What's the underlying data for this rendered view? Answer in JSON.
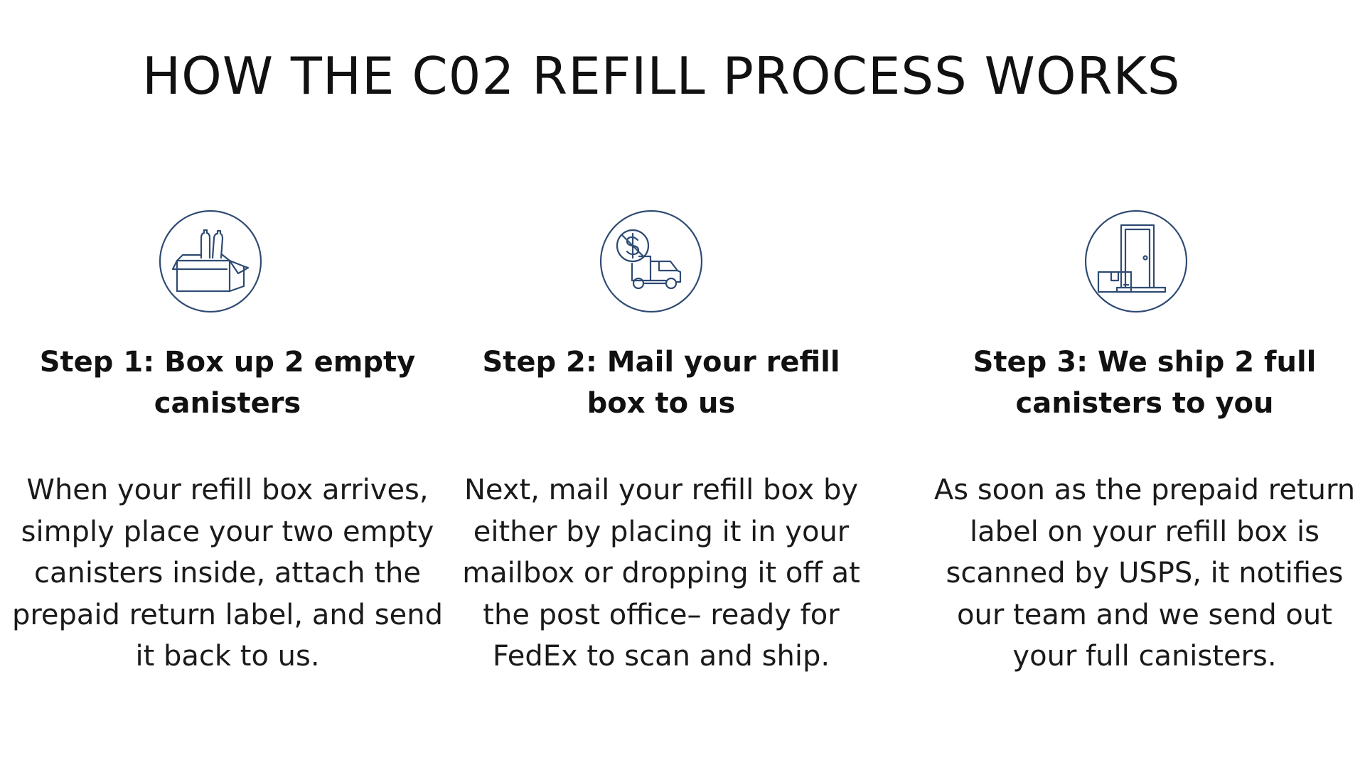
{
  "page": {
    "title": "HOW THE C02 REFILL PROCESS WORKS"
  },
  "colors": {
    "icon_stroke": "#2f4b73",
    "text": "#111111",
    "background": "#ffffff"
  },
  "steps": [
    {
      "icon": "open-box-with-canisters-icon",
      "heading": "Step 1: Box up 2 empty canisters",
      "body": "When your refill box arrives, simply place your two empty canisters inside, attach the prepaid return label, and send it back to us."
    },
    {
      "icon": "delivery-truck-no-cost-icon",
      "heading": "Step 2: Mail your refill box to us",
      "body": "Next, mail your refill box by either by placing it in your mailbox or dropping it off at the post office– ready for FedEx to scan and ship."
    },
    {
      "icon": "package-at-door-icon",
      "heading": "Step 3: We ship 2 full canisters to you",
      "body": "As soon as the prepaid return label on your refill box is scanned by USPS, it notifies our team and we send out your full canisters."
    }
  ]
}
